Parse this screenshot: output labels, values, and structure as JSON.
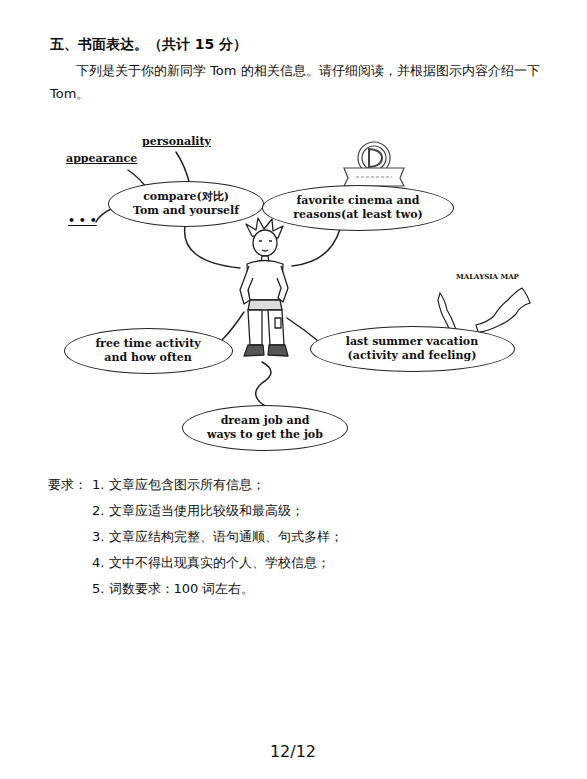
{
  "diagram": {
    "title": "五、书面表达。（共计 15 分）",
    "nodes": [
      {
        "text": [
          "compare(对比) Tom and yourself"
        ]
      },
      {
        "text": [
          "favorite cinema and reasons(at least two)"
        ]
      },
      {
        "text": [
          "free time activity and how often"
        ]
      },
      {
        "text": [
          "last summer vacation (activity and feeling)"
        ]
      },
      {
        "text": [
          "dream job and ways to get the job"
        ]
      }
    ],
    "labels": [
      "下列是关于你的新同学 Tom 的相关信息。请仔细阅读，并根据图示内容介绍一下 Tom。",
      "appearance",
      "personality",
      "• • •",
      "MALAYSIA MAP",
      "要求：",
      "1. 文章应包含图示所有信息；",
      "2. 文章应适当使用比较级和最高级；",
      "3. 文章应结构完整、语句通顺、句式多样；",
      "4. 文中不得出现真实的个人、学校信息；",
      "5. 词数要求：100 词左右。",
      "12/12"
    ]
  }
}
